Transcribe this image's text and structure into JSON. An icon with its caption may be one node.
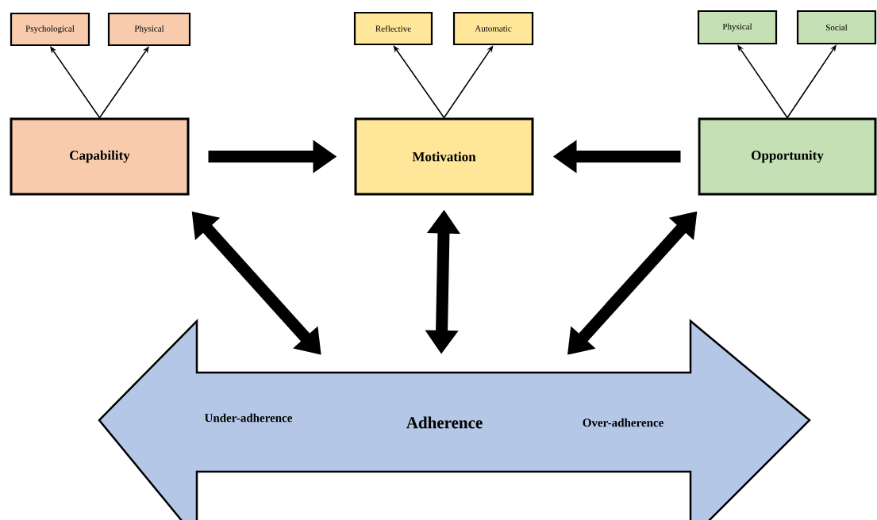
{
  "diagram": {
    "nodes": [
      {
        "text": [
          "Psychological"
        ]
      },
      {
        "text": [
          "Physical"
        ]
      },
      {
        "text": [
          "Reflective"
        ]
      },
      {
        "text": [
          "Automatic"
        ]
      },
      {
        "text": [
          "Physical"
        ]
      },
      {
        "text": [
          "Social"
        ]
      },
      {
        "text": [
          "Capability"
        ]
      },
      {
        "text": [
          "Motivation"
        ]
      },
      {
        "text": [
          "Opportunity"
        ]
      },
      {
        "text": [
          "Under-adherence",
          "Adherence",
          "Over-adherence"
        ]
      }
    ],
    "edges": [
      {
        "from": 6,
        "to": 0,
        "arrow": "to"
      },
      {
        "from": 6,
        "to": 1,
        "arrow": "to"
      },
      {
        "from": 7,
        "to": 2,
        "arrow": "to"
      },
      {
        "from": 7,
        "to": 3,
        "arrow": "to"
      },
      {
        "from": 8,
        "to": 4,
        "arrow": "to"
      },
      {
        "from": 8,
        "to": 5,
        "arrow": "to"
      },
      {
        "from": 6,
        "to": 7,
        "arrow": "to",
        "style": "thick"
      },
      {
        "from": 8,
        "to": 7,
        "arrow": "to",
        "style": "thick"
      },
      {
        "from": 6,
        "to": 9,
        "arrow": "both",
        "style": "thick"
      },
      {
        "from": 7,
        "to": 9,
        "arrow": "both",
        "style": "thick"
      },
      {
        "from": 8,
        "to": 9,
        "arrow": "both",
        "style": "thick"
      }
    ]
  }
}
